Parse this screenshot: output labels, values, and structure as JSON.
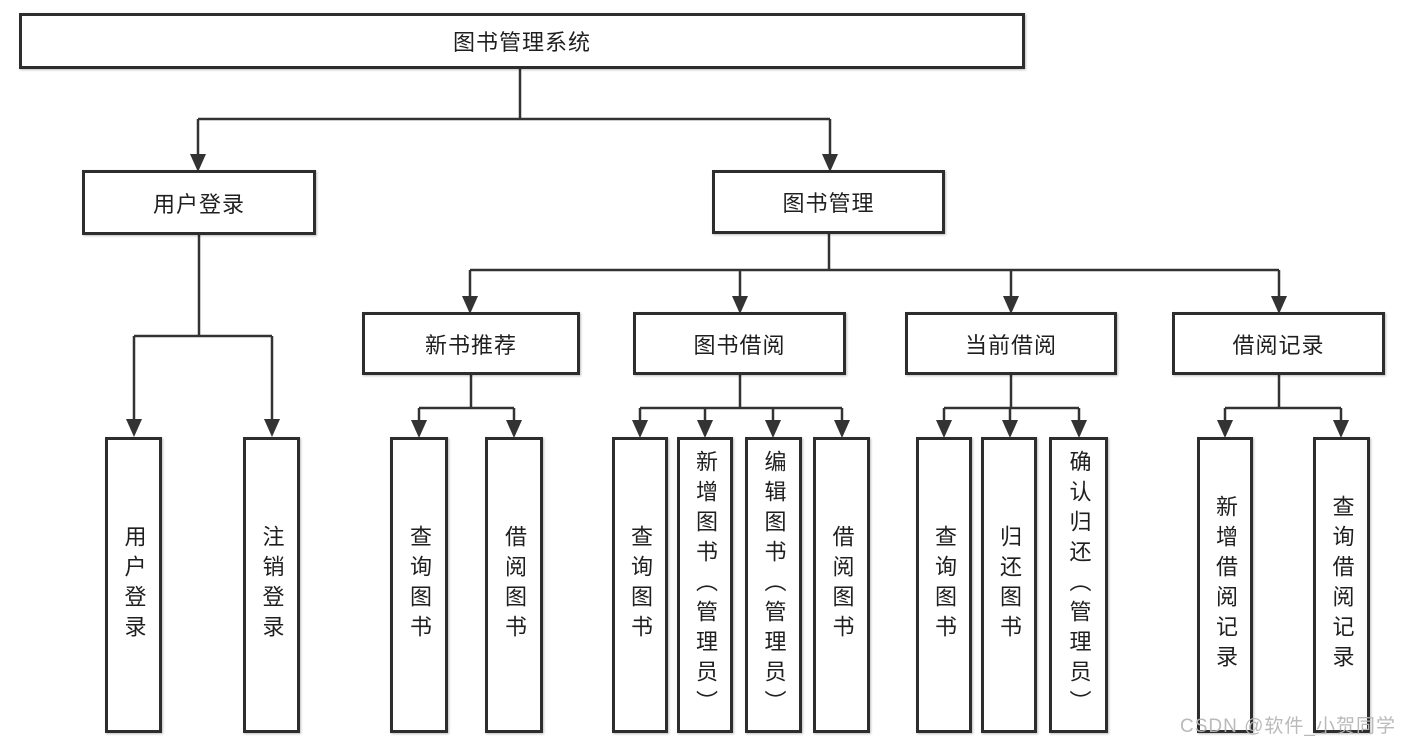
{
  "tree": {
    "label": "图书管理系统",
    "children": [
      {
        "label": "用户登录",
        "children": [
          {
            "label": "用户登录"
          },
          {
            "label": "注销登录"
          }
        ]
      },
      {
        "label": "图书管理",
        "children": [
          {
            "label": "新书推荐",
            "children": [
              {
                "label": "查询图书"
              },
              {
                "label": "借阅图书"
              }
            ]
          },
          {
            "label": "图书借阅",
            "children": [
              {
                "label": "查询图书"
              },
              {
                "label": "新增图书（管理员）"
              },
              {
                "label": "编辑图书（管理员）"
              },
              {
                "label": "借阅图书"
              }
            ]
          },
          {
            "label": "当前借阅",
            "children": [
              {
                "label": "查询图书"
              },
              {
                "label": "归还图书"
              },
              {
                "label": "确认归还（管理员）"
              }
            ]
          },
          {
            "label": "借阅记录",
            "children": [
              {
                "label": "新增借阅记录"
              },
              {
                "label": "查询借阅记录"
              }
            ]
          }
        ]
      }
    ]
  },
  "watermark": "CSDN @软件_小贺同学",
  "colors": {
    "line": "#333333",
    "box_border": "#2d2d2d",
    "text": "#1f1f1f",
    "watermark": "#b6b6b6",
    "background": "#ffffff"
  }
}
